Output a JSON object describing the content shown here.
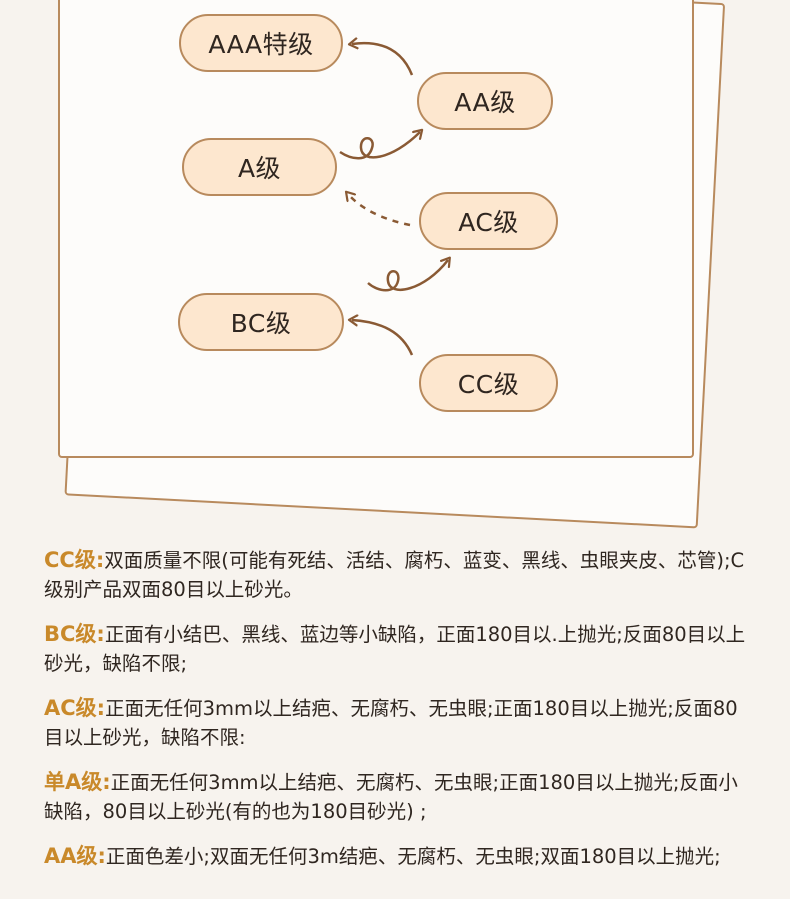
{
  "levels": {
    "aaa": "AAA特级",
    "aa": "AA级",
    "a": "A级",
    "ac": "AC级",
    "bc": "BC级",
    "cc": "CC级"
  },
  "descriptions": [
    {
      "label": "CC级:",
      "text": "双面质量不限(可能有死结、活结、腐朽、蓝变、黑线、虫眼夹皮、芯管);C级别产品双面80目以上砂光。"
    },
    {
      "label": "BC级:",
      "text": "正面有小结巴、黑线、蓝边等小缺陷，正面180目以.上抛光;反面80目以上砂光，缺陷不限;"
    },
    {
      "label": "AC级:",
      "text": "正面无任何3mm以上结疤、无腐朽、无虫眼;正面180目以上抛光;反面80目以上砂光，缺陷不限:"
    },
    {
      "label": "单A级:",
      "text": "正面无任何3mm以上结疤、无腐朽、无虫眼;正面180目以上抛光;反面小缺陷，80目以上砂光(有的也为180目砂光) ;"
    },
    {
      "label": "AA级:",
      "text": "正面色差小;双面无任何3m结疤、无腐朽、无虫眼;双面180目以上抛光;"
    }
  ],
  "colors": {
    "accent": "#c9892a",
    "border": "#b88a5d",
    "pill_fill": "#fde7cf"
  }
}
